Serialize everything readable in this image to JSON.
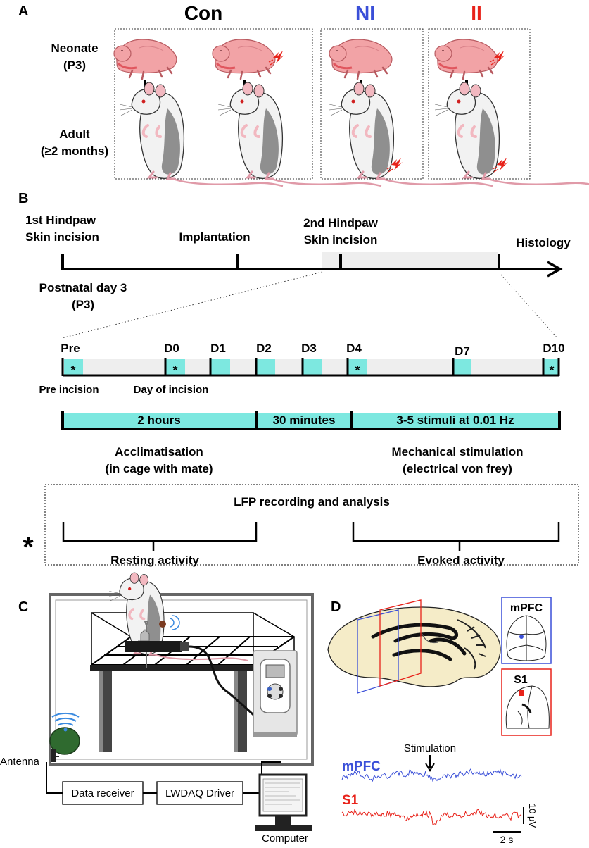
{
  "colors": {
    "teal": "#7de8e0",
    "light_gray": "#eeeeee",
    "blue": "#3a4fd8",
    "red": "#e8221a",
    "pup_pink": "#f2a3a6",
    "brain_fill": "#f5ecc8",
    "receiver_green": "#2f6a2f"
  },
  "panelA": {
    "label": "A",
    "groups": [
      "Con",
      "NI",
      "II"
    ],
    "rows": {
      "neonate": [
        "Neonate",
        "(P3)"
      ],
      "adult": [
        "Adult",
        "(≥2 months)"
      ]
    }
  },
  "panelB": {
    "label": "B",
    "events": {
      "first_incision": [
        "1st Hindpaw",
        "Skin incision"
      ],
      "implantation": "Implantation",
      "second_incision": [
        "2nd Hindpaw",
        "Skin incision"
      ],
      "histology": "Histology",
      "postnatal": [
        "Postnatal day 3",
        "(P3)"
      ]
    },
    "days": [
      "Pre",
      "D0",
      "D1",
      "D2",
      "D3",
      "D4",
      "D7",
      "D10"
    ],
    "asterisk": "*",
    "pre_incision": "Pre incision",
    "day_of_incision": "Day of incision",
    "phases": [
      "2 hours",
      "30 minutes",
      "3-5 stimuli at 0.01 Hz"
    ],
    "acclimatisation": [
      "Acclimatisation",
      "(in cage with mate)"
    ],
    "mechanical": [
      "Mechanical stimulation",
      "(electrical von frey)"
    ],
    "lfp_title": "LFP recording and analysis",
    "resting": "Resting activity",
    "evoked": "Evoked activity",
    "big_asterisk": "*"
  },
  "panelC": {
    "label": "C",
    "antenna": "Antenna",
    "data_receiver": "Data receiver",
    "driver": "LWDAQ Driver",
    "computer": "Computer"
  },
  "panelD": {
    "label": "D",
    "inset_mpfc": "mPFC",
    "inset_s1": "S1",
    "stimulation": "Stimulation",
    "trace_mpfc": "mPFC",
    "trace_s1": "S1",
    "scale_v": "10 μV",
    "scale_t": "2 s"
  }
}
